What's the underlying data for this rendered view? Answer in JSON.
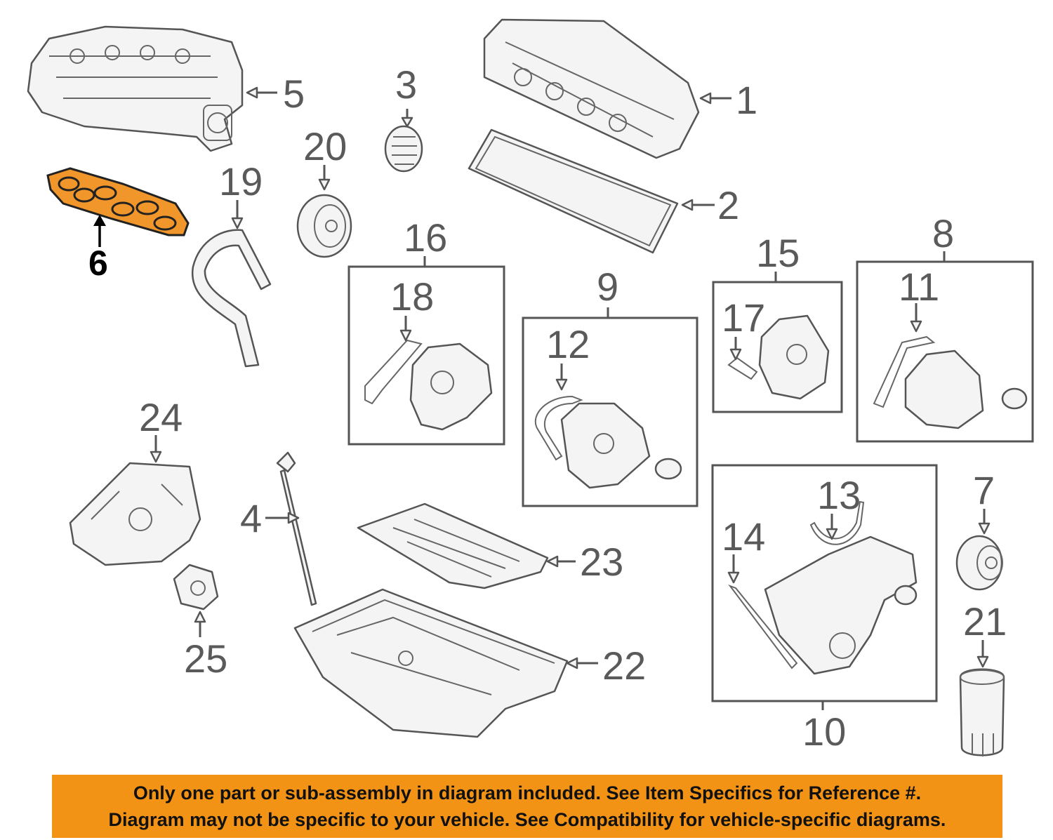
{
  "callouts": {
    "c1": "1",
    "c2": "2",
    "c3": "3",
    "c4": "4",
    "c5": "5",
    "c6": "6",
    "c7": "7",
    "c8": "8",
    "c9": "9",
    "c10": "10",
    "c11": "11",
    "c12": "12",
    "c13": "13",
    "c14": "14",
    "c15": "15",
    "c16": "16",
    "c17": "17",
    "c18": "18",
    "c19": "19",
    "c20": "20",
    "c21": "21",
    "c22": "22",
    "c23": "23",
    "c24": "24",
    "c25": "25"
  },
  "highlight": {
    "part": "6",
    "color": "#f0962a"
  },
  "disclaimer": {
    "line1": "Only one part or sub-assembly in diagram included. See Item Specifics for Reference #.",
    "line2": "Diagram may not be specific to your vehicle. See Compatibility for vehicle-specific diagrams.",
    "background": "#f39316"
  }
}
